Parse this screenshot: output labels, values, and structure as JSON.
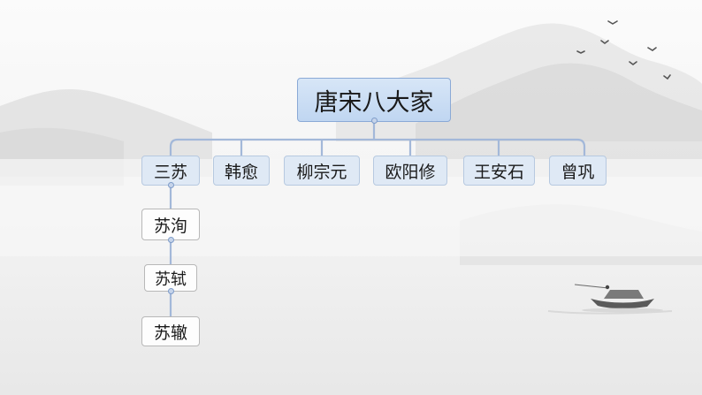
{
  "diagram": {
    "root": {
      "label": "唐宋八大家"
    },
    "branches": [
      {
        "label": "三苏",
        "children": [
          {
            "label": "苏洵"
          },
          {
            "label": "苏轼"
          },
          {
            "label": "苏辙"
          }
        ]
      },
      {
        "label": "韩愈"
      },
      {
        "label": "柳宗元"
      },
      {
        "label": "欧阳修"
      },
      {
        "label": "王安石"
      },
      {
        "label": "曾巩"
      }
    ]
  },
  "colors": {
    "connector": "#a3b8d9",
    "root_fill": "#c8dbf3",
    "root_border": "#8aa9d6",
    "branch_fill": "#dfe9f5",
    "leaf_fill": "#fdfdfd"
  }
}
